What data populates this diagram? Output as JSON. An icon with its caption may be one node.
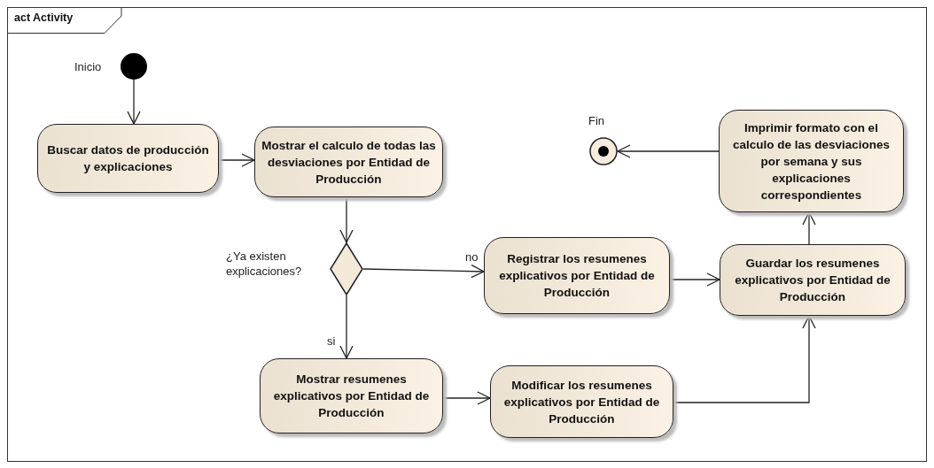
{
  "diagram": {
    "title": "act Activity",
    "nodes": [
      {
        "text": [],
        "shape": "circle",
        "beside": [
          "Inicio"
        ]
      },
      {
        "text": [
          "Buscar datos de producción y explicaciones"
        ]
      },
      {
        "text": [
          "Mostrar el calculo de todas las desviaciones por Entidad de Producción"
        ]
      },
      {
        "text": [],
        "shape": "diamond",
        "beside": [
          "¿Ya existen explicaciones?"
        ]
      },
      {
        "text": [
          "Registrar los resumenes explicativos por Entidad de Producción"
        ]
      },
      {
        "text": [
          "Mostrar resumenes explicativos por Entidad de Producción"
        ]
      },
      {
        "text": [
          "Modificar los resumenes explicativos por Entidad de Producción"
        ]
      },
      {
        "text": [
          "Guardar los resumenes explicativos por Entidad de Producción"
        ]
      },
      {
        "text": [
          "Imprimir formato con el calculo de las desviaciones por semana y sus explicaciones correspondientes"
        ]
      },
      {
        "text": [],
        "shape": "bullseye",
        "beside": [
          "Fin"
        ]
      }
    ],
    "edges": [
      {
        "from": 0,
        "to": 1,
        "arrow": "to"
      },
      {
        "from": 1,
        "to": 2,
        "arrow": "to"
      },
      {
        "from": 2,
        "to": 3,
        "arrow": "to"
      },
      {
        "from": 3,
        "to": 4,
        "arrow": "to",
        "label": "no"
      },
      {
        "from": 3,
        "to": 5,
        "arrow": "to",
        "label": "si"
      },
      {
        "from": 5,
        "to": 6,
        "arrow": "to"
      },
      {
        "from": 4,
        "to": 7,
        "arrow": "to"
      },
      {
        "from": 6,
        "to": 7,
        "arrow": "to"
      },
      {
        "from": 7,
        "to": 8,
        "arrow": "to"
      },
      {
        "from": 8,
        "to": 9,
        "arrow": "to"
      }
    ]
  }
}
